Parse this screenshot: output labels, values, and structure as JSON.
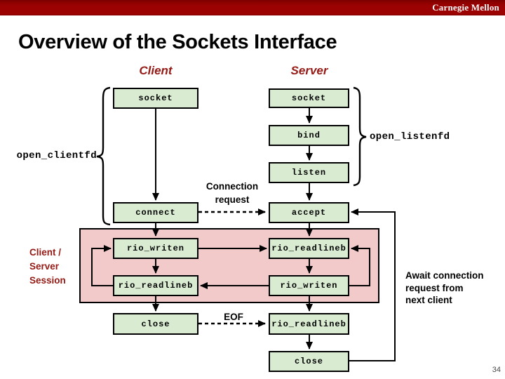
{
  "page": {
    "brand": "Carnegie Mellon",
    "title": "Overview of the Sockets Interface",
    "page_number": "34"
  },
  "columns": {
    "client": "Client",
    "server": "Server"
  },
  "function_labels": {
    "open_clientfd": "open_clientfd",
    "open_listenfd": "open_listenfd"
  },
  "client_boxes": {
    "socket": "socket",
    "connect": "connect",
    "rio_writen": "rio_writen",
    "rio_readlineb": "rio_readlineb",
    "close": "close"
  },
  "server_boxes": {
    "socket": "socket",
    "bind": "bind",
    "listen": "listen",
    "accept": "accept",
    "rio_readlineb": "rio_readlineb",
    "rio_writen": "rio_writen",
    "rio_readlineb2": "rio_readlineb",
    "close": "close"
  },
  "annotations": {
    "connection_request": [
      "Connection",
      "request"
    ],
    "eof": "EOF",
    "session": [
      "Client /",
      "Server",
      "Session"
    ],
    "await": [
      "Await connection",
      "request from",
      "next client"
    ]
  },
  "colors": {
    "brand_bar": "#9d0202",
    "box_green": "#d9ecd2",
    "session_pink": "#f2caca",
    "accent_red": "#951a15",
    "line": "#000000"
  }
}
